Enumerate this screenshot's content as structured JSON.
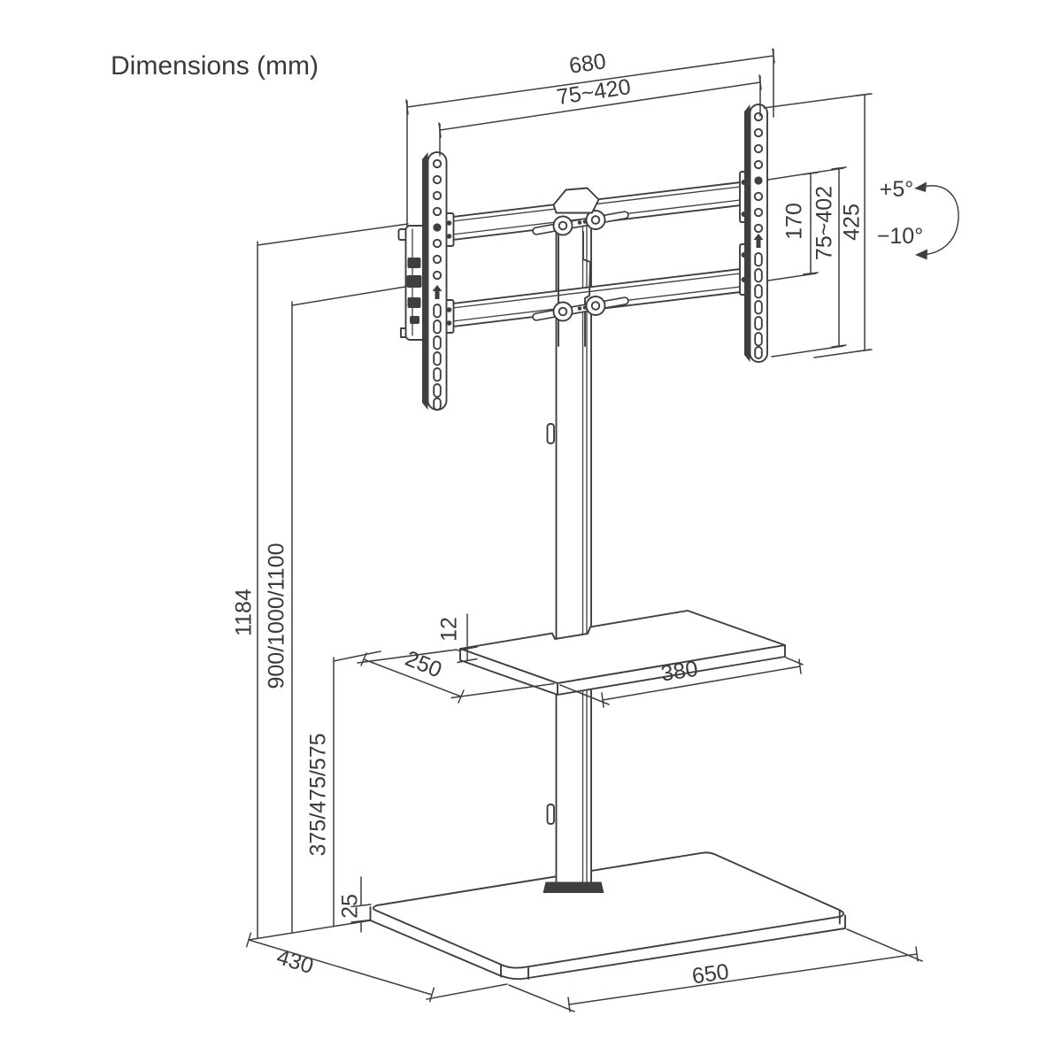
{
  "title": "Dimensions (mm)",
  "colors": {
    "line": "#3f3f3f",
    "text": "#3a3a3a",
    "background": "#ffffff"
  },
  "dimensions": {
    "mount_width": "680",
    "vesa_width_range": "75~420",
    "center_plate_height": "170",
    "vesa_height_range": "75~402",
    "bracket_height": "425",
    "tilt_up": "+5°",
    "tilt_down": "−10°",
    "total_height": "1184",
    "column_heights": "900/1000/1100",
    "shelf_heights": "375/475/575",
    "shelf_thickness": "12",
    "shelf_depth": "250",
    "shelf_width": "380",
    "base_thickness": "25",
    "base_depth": "430",
    "base_width": "650"
  },
  "icons": {
    "orientation_arrow": "up-arrow",
    "tilt_arc": "curved double arrow"
  }
}
